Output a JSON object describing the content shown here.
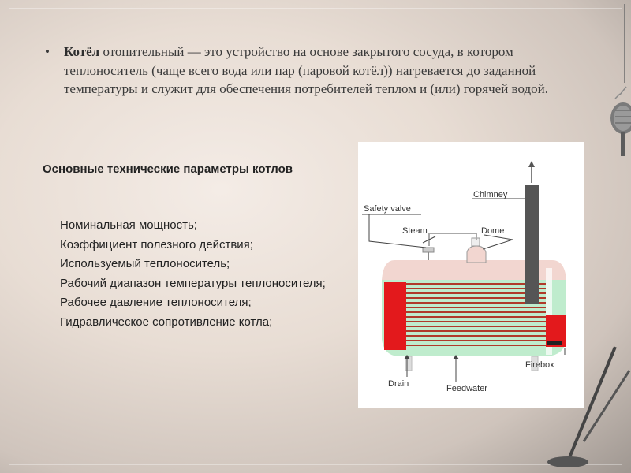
{
  "intro": {
    "bullet": "•",
    "term": "Котёл",
    "definition": " отопительный — это устройство на основе закрытого сосуда, в котором теплоноситель (чаще всего вода или пар (паровой котёл)) нагревается до заданной температуры и служит для обеспечения потребителей теплом и (или) горячей водой."
  },
  "params": {
    "title": "Основные технические параметры котлов",
    "items": [
      "Номинальная мощность;",
      "Коэффициент полезного действия;",
      "Используемый теплоноситель;",
      "Рабочий диапазон температуры теплоносителя;",
      "Рабочее давление теплоносителя;",
      "Гидравлическое сопротивление котла;"
    ]
  },
  "diagram": {
    "labels": {
      "chimney": "Chimney",
      "safety_valve": "Safety valve",
      "steam": "Steam",
      "dome": "Dome",
      "firebox": "Firebox",
      "drain": "Drain",
      "feedwater": "Feedwater"
    },
    "colors": {
      "water": "#bfeccd",
      "steam_space": "#f2d6d0",
      "fire": "#e3191c",
      "chimney": "#555555",
      "tubes": "#b03a2a"
    }
  }
}
